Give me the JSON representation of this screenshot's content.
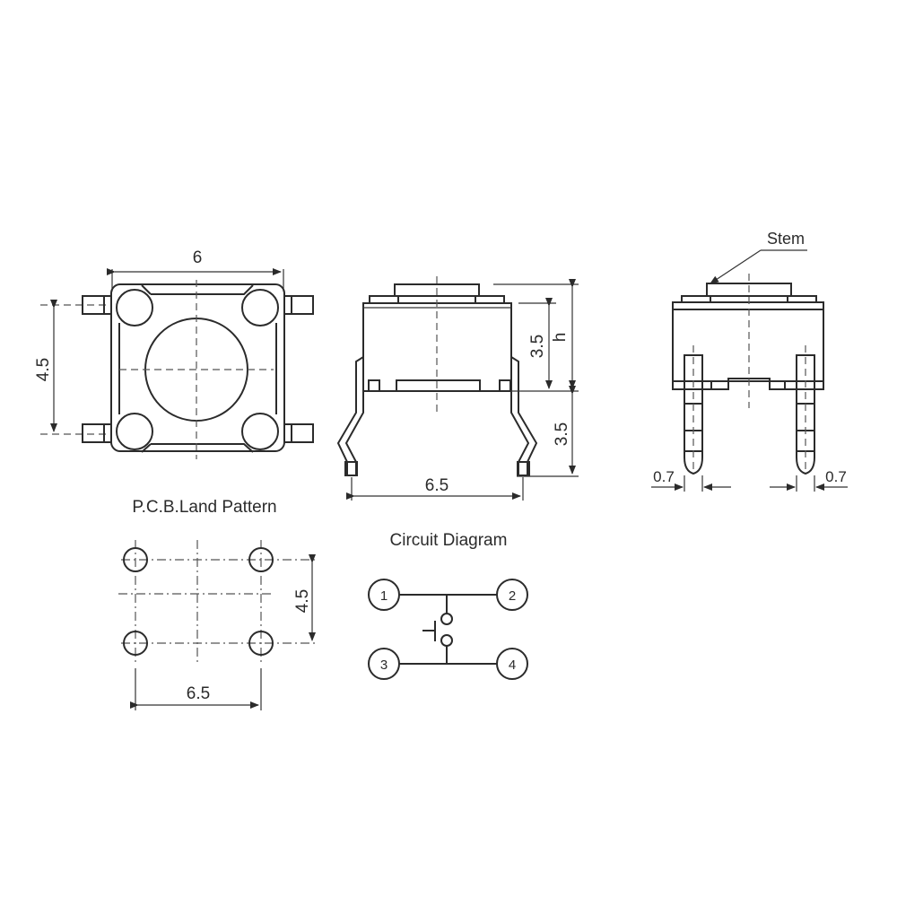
{
  "top_view": {
    "width_label": "6",
    "height_label": "4.5"
  },
  "front_view": {
    "body_height_label": "3.5",
    "total_height_label": "h",
    "lead_height_label": "3.5",
    "lead_span_label": "6.5"
  },
  "side_view": {
    "stem_label": "Stem",
    "pin_width_left_label": "0.7",
    "pin_width_right_label": "0.7"
  },
  "pcb_land_pattern": {
    "title": "P.C.B.Land Pattern",
    "vertical_label": "4.5",
    "horizontal_label": "6.5"
  },
  "circuit_diagram": {
    "title": "Circuit Diagram",
    "pins": [
      "1",
      "2",
      "3",
      "4"
    ]
  }
}
